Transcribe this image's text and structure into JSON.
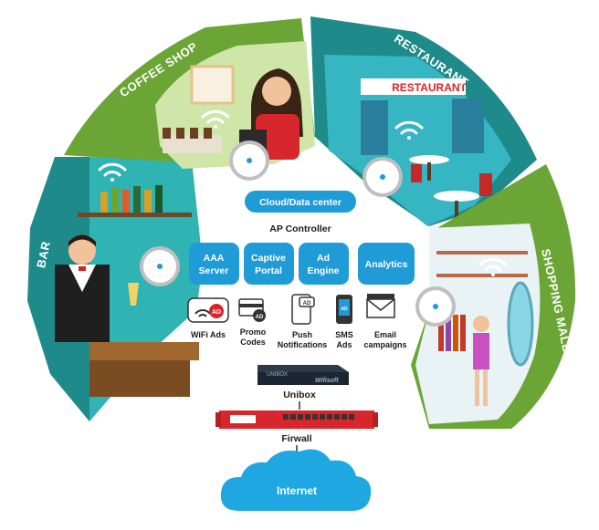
{
  "segments": {
    "bar": "BAR",
    "coffee_shop": "COFFEE SHOP",
    "restaurant": "RESTAURANT",
    "shopping_mall": "SHOPPING MALL"
  },
  "restaurant_sign": "RESTAURANT",
  "cloud_pill": "Cloud/Data center",
  "ap_controller": "AP Controller",
  "services": [
    {
      "line1": "AAA",
      "line2": "Server"
    },
    {
      "line1": "Captive",
      "line2": "Portal"
    },
    {
      "line1": "Ad",
      "line2": "Engine"
    },
    {
      "line1": "Analytics",
      "line2": ""
    }
  ],
  "features": [
    {
      "icon": "wifi-ads-icon",
      "line1": "WiFi Ads",
      "line2": ""
    },
    {
      "icon": "promo-codes-icon",
      "line1": "Promo",
      "line2": "Codes"
    },
    {
      "icon": "push-notifications-icon",
      "line1": "Push",
      "line2": "Notifications"
    },
    {
      "icon": "sms-ads-icon",
      "line1": "SMS",
      "line2": "Ads"
    },
    {
      "icon": "email-campaigns-icon",
      "line1": "Email",
      "line2": "campaigns"
    }
  ],
  "unibox_device_text": "UNIBOX",
  "wifisoft_logo": "Wifisoft",
  "unibox_label": "Unibox",
  "firewall_label": "Firwall",
  "internet_label": "Internet",
  "colors": {
    "green": "#6aa535",
    "dark_green": "#4f8a2a",
    "teal": "#1e8a8a",
    "blue_pill": "#1f9bd8",
    "red": "#d7262c",
    "cloud": "#1ea7e1"
  }
}
